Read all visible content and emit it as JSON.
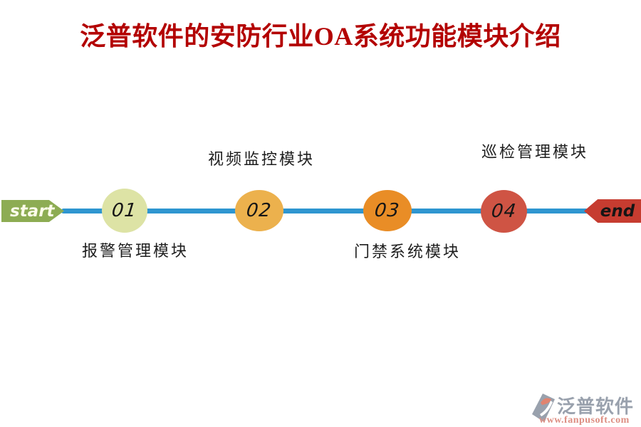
{
  "title": "泛普软件的安防行业OA系统功能模块介绍",
  "title_color": "#b30000",
  "timeline": {
    "start_label": "start",
    "end_label": "end",
    "start_color": "#8dac53",
    "end_color": "#c63c30",
    "line_color": "#2e96d0",
    "nodes": [
      {
        "number": "01",
        "label": "报警管理模块",
        "label_position": "below",
        "color": "#dde3a5"
      },
      {
        "number": "02",
        "label": "视频监控模块",
        "label_position": "above",
        "color": "#ecb14d"
      },
      {
        "number": "03",
        "label": "门禁系统模块",
        "label_position": "below",
        "color": "#e98d26"
      },
      {
        "number": "04",
        "label": "巡检管理模块",
        "label_position": "above",
        "color": "#cf5444"
      }
    ]
  },
  "watermark": {
    "brand": "泛普软件",
    "url": "www.fanpusoft.com",
    "brand_color": "#99a1ad",
    "url_color": "#dd8e82",
    "icon": "fanpu-logo-icon"
  }
}
